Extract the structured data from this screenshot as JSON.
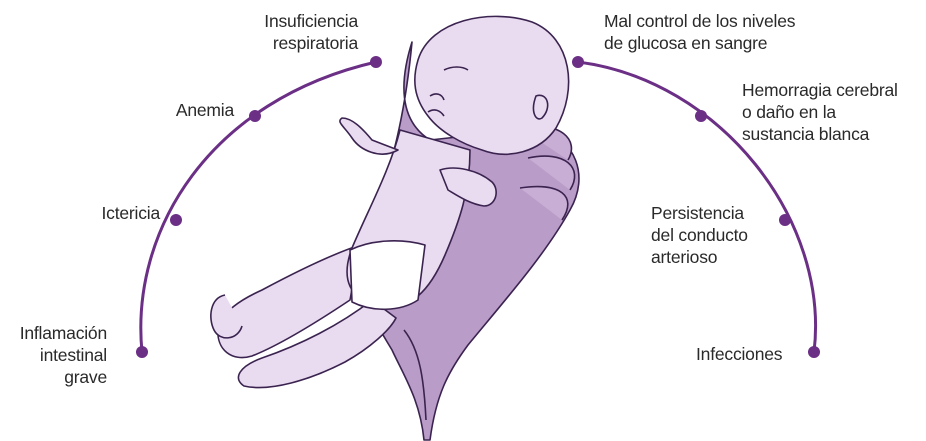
{
  "colors": {
    "accent": "#6b2f86",
    "fill_light": "#e9dcf0",
    "fill_hand": "#b99cc8",
    "outline": "#3b2350",
    "text": "#2a2a2a"
  },
  "left_labels": [
    {
      "id": "insuficiencia-respiratoria",
      "text": "Insuficiencia\nrespiratoria"
    },
    {
      "id": "anemia",
      "text": "Anemia"
    },
    {
      "id": "ictericia",
      "text": "Ictericia"
    },
    {
      "id": "inflamacion-intestinal-grave",
      "text": "Inflamación\nintestinal\ngrave"
    }
  ],
  "right_labels": [
    {
      "id": "mal-control-glucosa",
      "text": "Mal control de los niveles\nde glucosa en sangre"
    },
    {
      "id": "hemorragia-cerebral",
      "text": "Hemorragia cerebral\no daño en la\nsustancia blanca"
    },
    {
      "id": "persistencia-conducto",
      "text": "Persistencia\ndel conducto\narterioso"
    },
    {
      "id": "infecciones",
      "text": "Infecciones"
    }
  ],
  "illustration": {
    "baby": "premature-baby-illustration",
    "hand": "supporting-hand-illustration"
  }
}
